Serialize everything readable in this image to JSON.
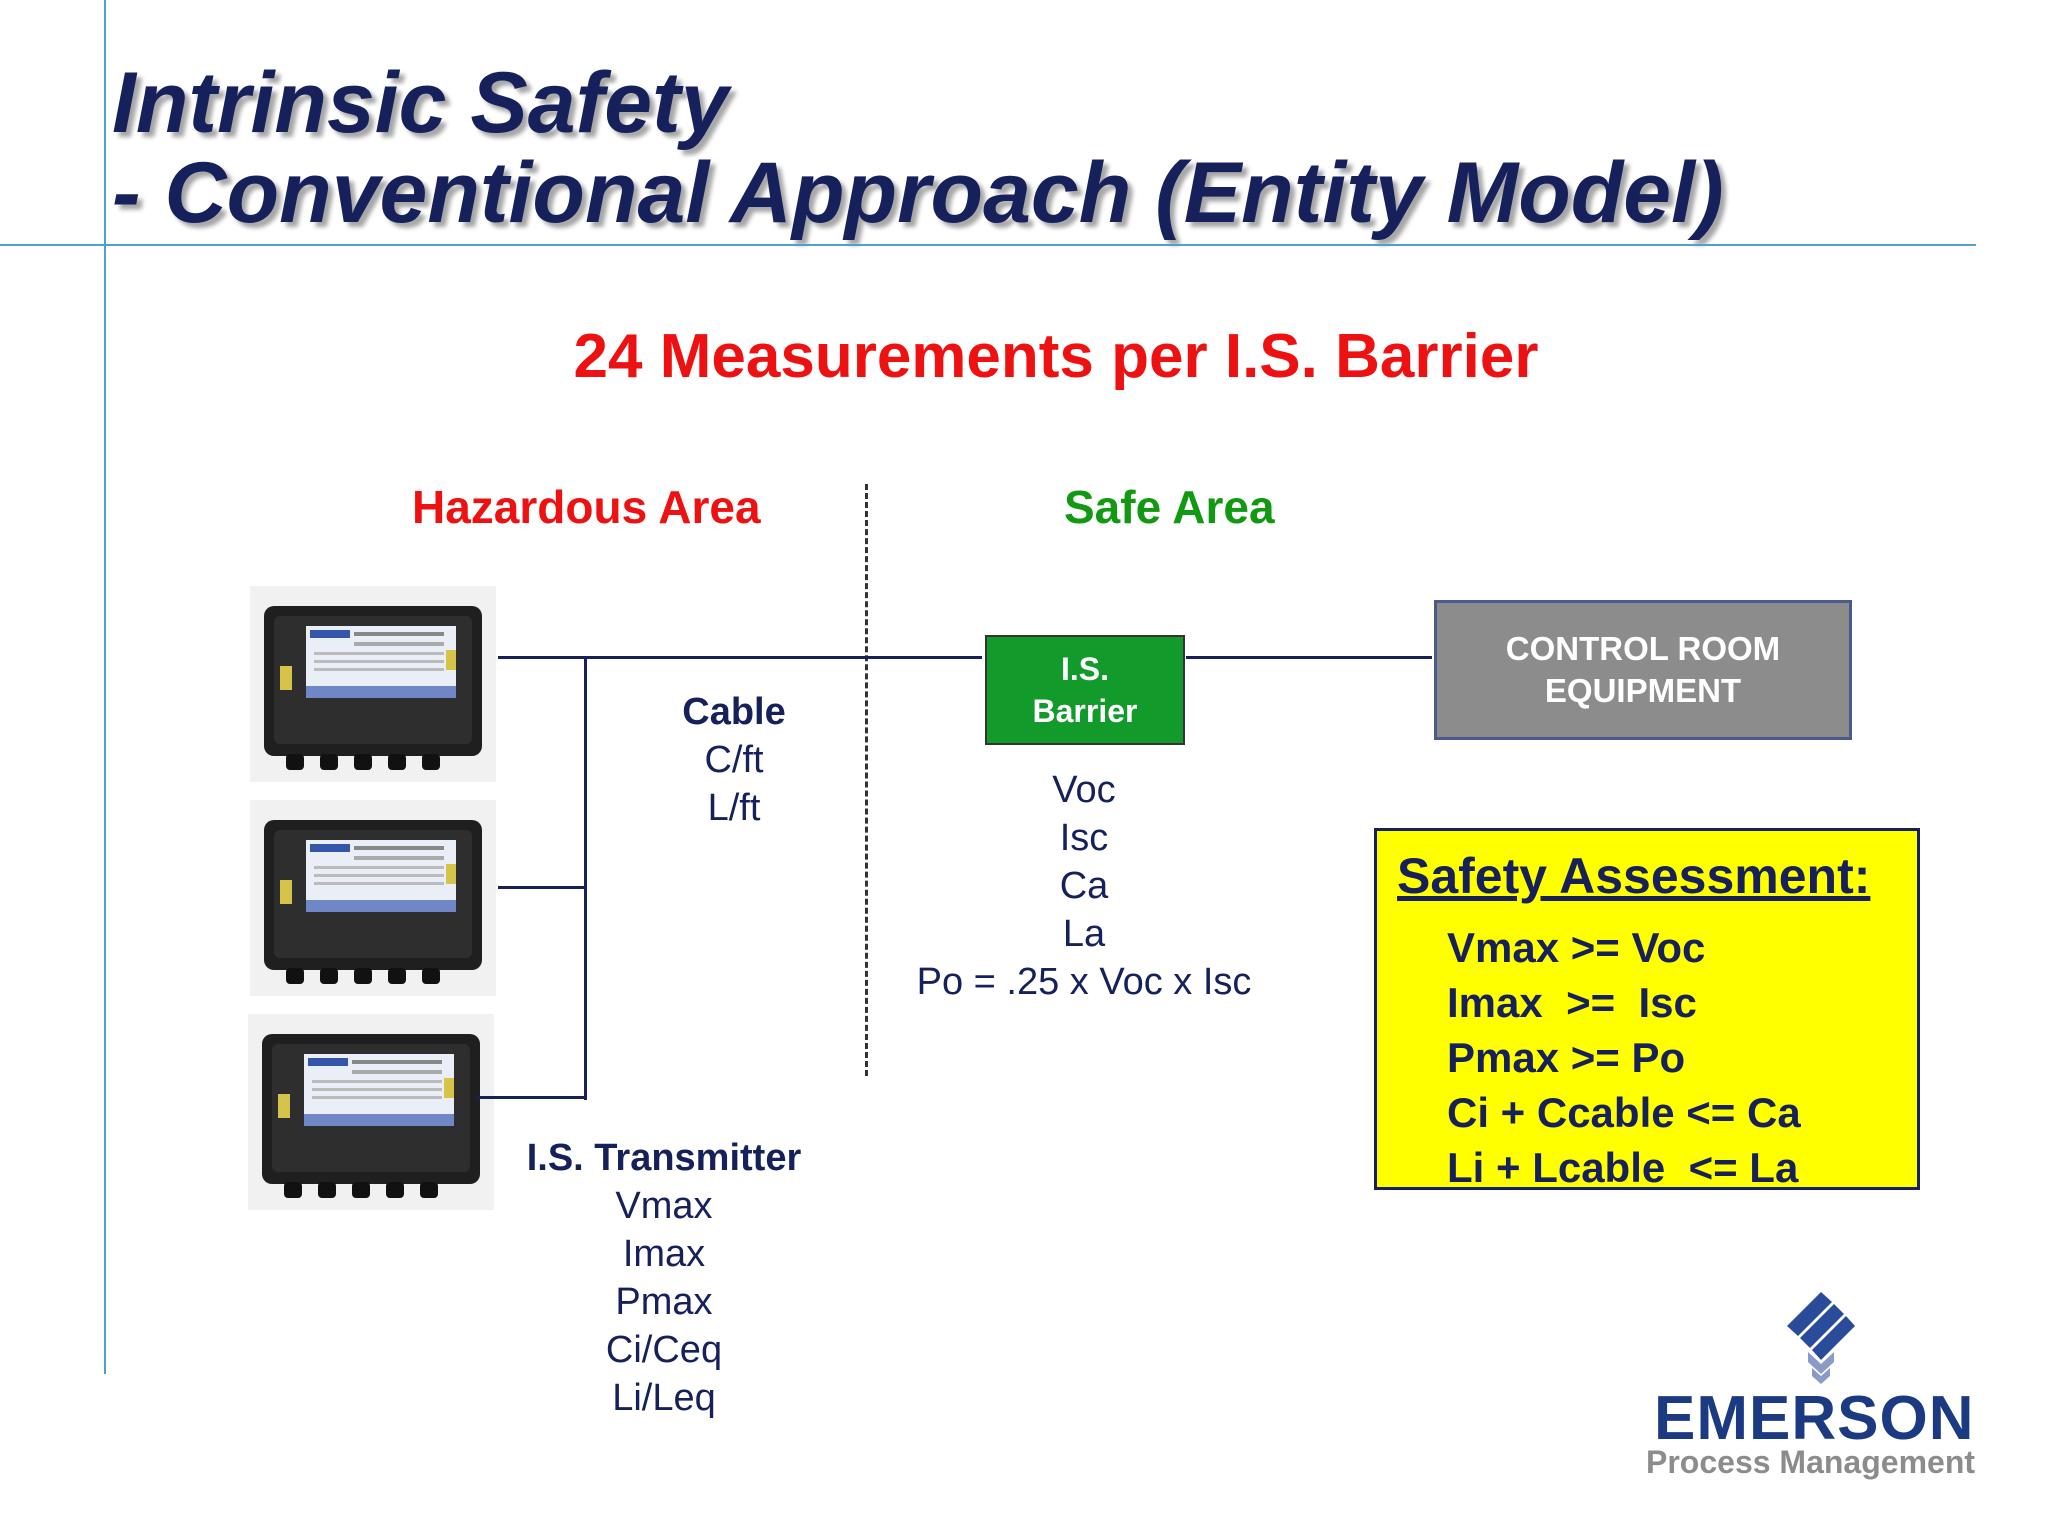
{
  "title": {
    "line1": "Intrinsic Safety",
    "line2": "- Conventional Approach (Entity Model)"
  },
  "subtitle": "24 Measurements per I.S. Barrier",
  "areas": {
    "hazardous": "Hazardous Area",
    "safe": "Safe Area"
  },
  "cable": {
    "heading": "Cable",
    "params": [
      "C/ft",
      "L/ft"
    ]
  },
  "transmitter": {
    "heading": "I.S. Transmitter",
    "params": [
      "Vmax",
      "Imax",
      "Pmax",
      "Ci/Ceq",
      "Li/Leq"
    ]
  },
  "barrier": {
    "line1": "I.S.",
    "line2": "Barrier",
    "params": [
      "Voc",
      "Isc",
      "Ca",
      "La",
      "Po = .25 x Voc x Isc"
    ]
  },
  "control_room": {
    "line1": "CONTROL ROOM",
    "line2": "EQUIPMENT"
  },
  "assessment": {
    "heading": "Safety Assessment:",
    "rows": [
      "Vmax >= Voc",
      "Imax  >=  Isc",
      "Pmax >= Po",
      "Ci + Ccable <= Ca",
      "Li + Lcable  <= La"
    ]
  },
  "logo": {
    "name": "EMERSON",
    "sub": "Process Management"
  },
  "colors": {
    "navy": "#16215c",
    "red": "#ee1111",
    "green": "#119911",
    "barrier_green": "#129a2b",
    "control_gray": "#8c8c8c",
    "assessment_yellow": "#ffff00"
  }
}
